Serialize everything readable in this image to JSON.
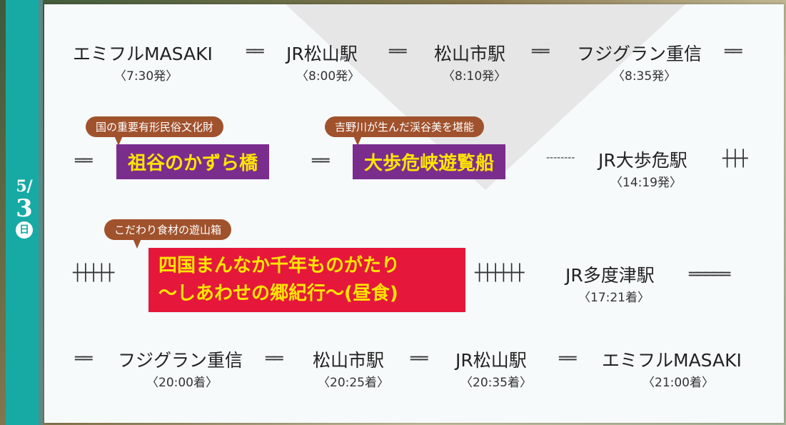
{
  "date": {
    "month": "5/",
    "day": "3",
    "weekday": "日"
  },
  "row1": {
    "stations": [
      "エミフルMASAKI",
      "JR松山駅",
      "松山市駅",
      "フジグラン重信"
    ],
    "times": [
      "〈7:30発〉",
      "〈8:00発〉",
      "〈8:10発〉",
      "〈8:35発〉"
    ]
  },
  "row2": {
    "spot1": {
      "bubble": "国の重要有形民俗文化財",
      "name": "祖谷のかずら橋"
    },
    "spot2": {
      "bubble": "吉野川が生んだ渓谷美を堪能",
      "name": "大歩危峡遊覧船"
    },
    "station": "JR大歩危駅",
    "time": "〈14:19発〉"
  },
  "row3": {
    "bubble": "こだわり食材の遊山箱",
    "train_line1": "四国まんなか千年ものがたり",
    "train_line2": "〜しあわせの郷紀行〜(昼食)",
    "station": "JR多度津駅",
    "time": "〈17:21着〉"
  },
  "row4": {
    "stations": [
      "フジグラン重信",
      "松山市駅",
      "JR松山駅",
      "エミフルMASAKI"
    ],
    "times": [
      "〈20:00着〉",
      "〈20:25着〉",
      "〈20:35着〉",
      "〈21:00着〉"
    ]
  },
  "lines": {
    "bus": "══",
    "train": "┼┼┼",
    "walk": "--------",
    "train5": "┼┼┼┼┼",
    "train6": "┼┼┼┼┼┼",
    "bus_long": "═════"
  }
}
